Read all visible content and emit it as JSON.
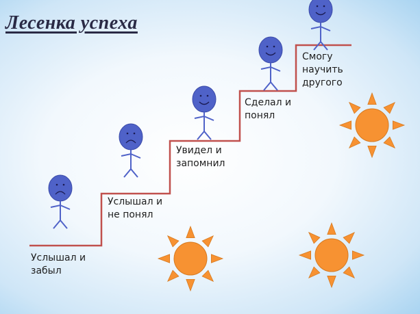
{
  "title": "Лесенка успеха",
  "steps": [
    {
      "label": "Услышал и\nзабыл",
      "mood": "sad"
    },
    {
      "label": "Услышал и\nне понял",
      "mood": "sad"
    },
    {
      "label": "Увидел и\nзапомнил",
      "mood": "happy"
    },
    {
      "label": "Сделал и\nпонял",
      "mood": "happy"
    },
    {
      "label": "Смогу\nнаучить\nдругого",
      "mood": "happy"
    }
  ],
  "colors": {
    "stair": "#c0504d",
    "figure": "#4f62c8",
    "sun": "#f79232",
    "title": "#2a2a45"
  }
}
